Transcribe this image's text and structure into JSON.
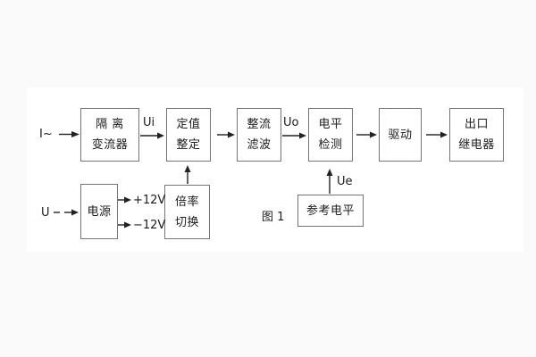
{
  "figure": {
    "caption": "图 1",
    "blocks": {
      "isolation_converter": {
        "line1": "隔 离",
        "line2": "变流器"
      },
      "setting_adjust": {
        "line1": "定值",
        "line2": "整定"
      },
      "rectifier_filter": {
        "line1": "整流",
        "line2": "滤波"
      },
      "level_detect": {
        "line1": "电平",
        "line2": "检测"
      },
      "drive": {
        "line1": "驱动"
      },
      "output_relay": {
        "line1": "出口",
        "line2": "继电器"
      },
      "power_supply": {
        "line1": "电源"
      },
      "ratio_switch": {
        "line1": "倍率",
        "line2": "切换"
      },
      "reference_level": {
        "line1": "参考电平"
      }
    },
    "signal_labels": {
      "input_current": "I~",
      "input_voltage": "U",
      "ui": "Ui",
      "uo": "Uo",
      "ue": "Ue",
      "supply_positive": "+12V",
      "supply_negative": "−12V"
    },
    "colors": {
      "line": "#222222",
      "box_border": "#757575",
      "text": "#1c1c1c",
      "panel_bg": "#ffffff",
      "page_bg": "#fafafa"
    }
  }
}
